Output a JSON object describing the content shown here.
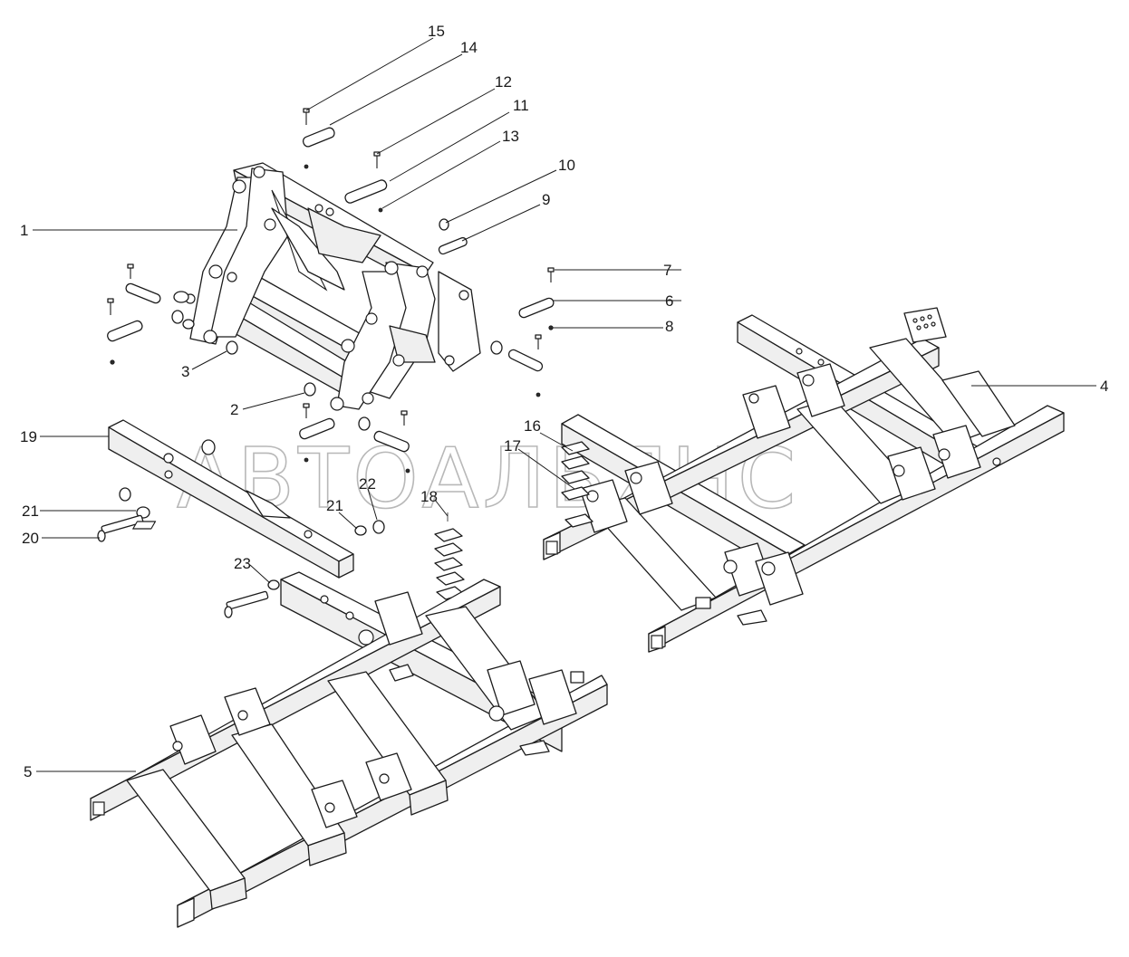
{
  "watermark": "АВТОАЛЬЯНС",
  "callouts": [
    {
      "id": "c15",
      "text": "15"
    },
    {
      "id": "c14",
      "text": "14"
    },
    {
      "id": "c12",
      "text": "12"
    },
    {
      "id": "c11",
      "text": "11"
    },
    {
      "id": "c13",
      "text": "13"
    },
    {
      "id": "c10",
      "text": "10"
    },
    {
      "id": "c9",
      "text": "9"
    },
    {
      "id": "c1",
      "text": "1"
    },
    {
      "id": "c7",
      "text": "7"
    },
    {
      "id": "c6",
      "text": "6"
    },
    {
      "id": "c8",
      "text": "8"
    },
    {
      "id": "c3",
      "text": "3"
    },
    {
      "id": "c4",
      "text": "4"
    },
    {
      "id": "c2",
      "text": "2"
    },
    {
      "id": "c19",
      "text": "19"
    },
    {
      "id": "c16",
      "text": "16"
    },
    {
      "id": "c17",
      "text": "17"
    },
    {
      "id": "c22",
      "text": "22"
    },
    {
      "id": "c18",
      "text": "18"
    },
    {
      "id": "c21a",
      "text": "21"
    },
    {
      "id": "c21b",
      "text": "21"
    },
    {
      "id": "c20",
      "text": "20"
    },
    {
      "id": "c23",
      "text": "23"
    },
    {
      "id": "c5",
      "text": "5"
    }
  ]
}
